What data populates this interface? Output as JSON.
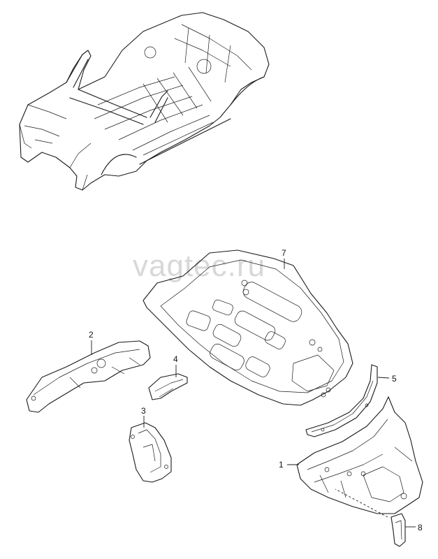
{
  "watermark": "vagtec.ru",
  "callouts": {
    "p1": "1",
    "p2": "2",
    "p3": "3",
    "p4": "4",
    "p5": "5",
    "p7": "7",
    "p8": "8"
  },
  "colors": {
    "ink": "#1a1a1a",
    "watermark": "#d8d8d8",
    "background": "#ffffff"
  }
}
